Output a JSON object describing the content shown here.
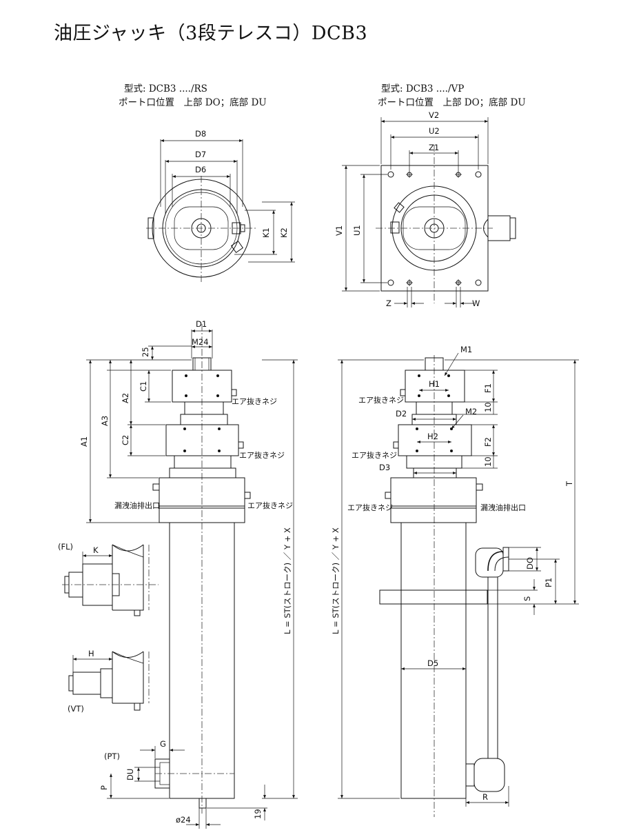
{
  "title": "油圧ジャッキ（3段テレスコ）DCB3",
  "views": {
    "rs": {
      "model": "型式: DCB3 ..../RS",
      "port": "ポート口位置　上部 DO；底部 DU"
    },
    "vp": {
      "model": "型式: DCB3 ..../VP",
      "port": "ポート口位置　上部 DO；底部 DU"
    }
  },
  "dims": {
    "D8": "D8",
    "D7": "D7",
    "D6": "D6",
    "K1": "K1",
    "K2": "K2",
    "V2": "V2",
    "U2": "U2",
    "Z1": "Z1",
    "V1": "V1",
    "U1": "U1",
    "Z": "Z",
    "W": "W",
    "D1": "D1",
    "M24": "M24",
    "d25": "25",
    "C1": "C1",
    "A2": "A2",
    "A3": "A3",
    "A1": "A1",
    "C2": "C2",
    "L": "L = ST(ストローク) ／ Y + X",
    "FL": "(FL)",
    "K": "K",
    "H": "H",
    "VT": "(VT)",
    "PT": "(PT)",
    "G": "G",
    "DU": "DU",
    "P": "P",
    "phi24": "ø24",
    "d19": "19",
    "M1": "M1",
    "H1": "H1",
    "F1": "F1",
    "d10a": "10",
    "D2": "D2",
    "M2": "M2",
    "H2": "H2",
    "F2": "F2",
    "d10b": "10",
    "D3": "D3",
    "T": "T",
    "DO": "DO",
    "P1": "P1",
    "S": "S",
    "D5": "D5",
    "R": "R"
  },
  "notes": {
    "air_bleed": "エア抜きネジ",
    "leak_drain": "漏洩油排出口"
  }
}
